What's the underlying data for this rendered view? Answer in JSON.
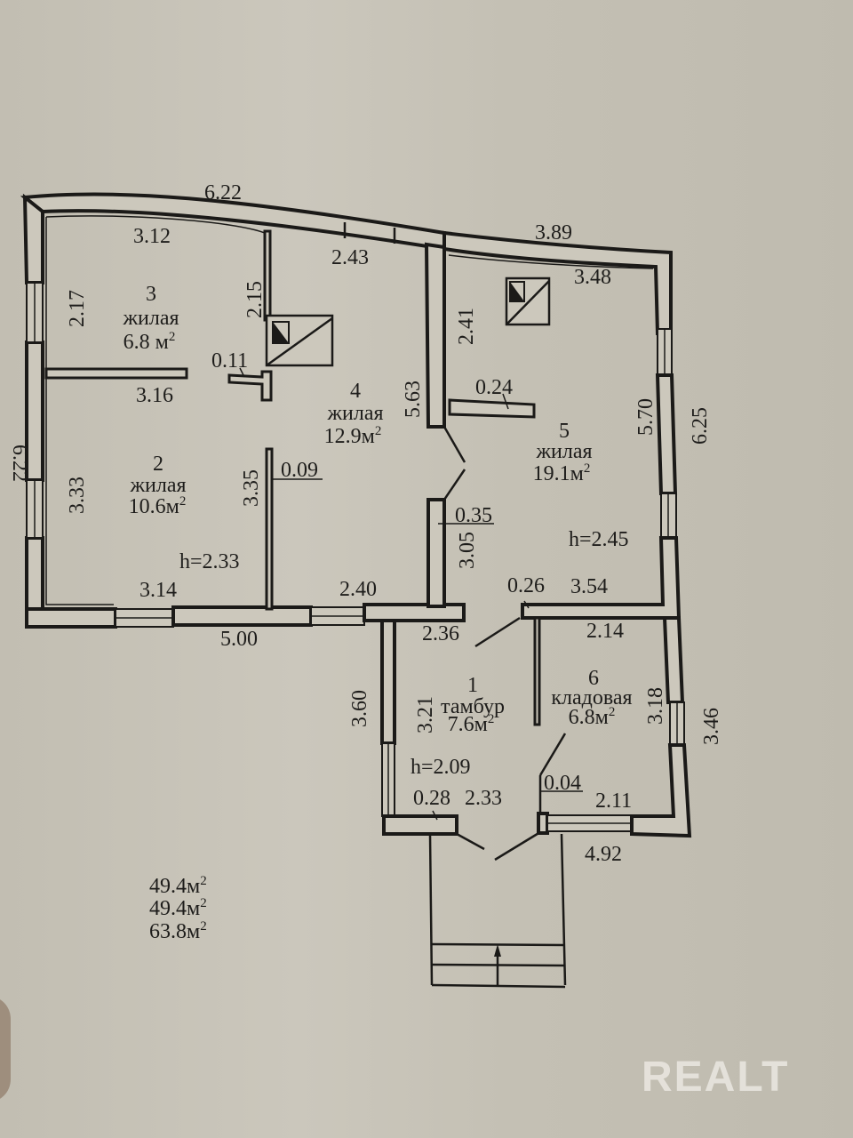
{
  "document": {
    "type": "floor-plan",
    "rooms": [
      {
        "number": "1",
        "name": "тамбур",
        "area": "7.6м",
        "height": "h=2.09"
      },
      {
        "number": "2",
        "name": "жилая",
        "area": "10.6м",
        "height": "h=2.33"
      },
      {
        "number": "3",
        "name": "жилая",
        "area": "6.8 м"
      },
      {
        "number": "4",
        "name": "жилая",
        "area": "12.9м"
      },
      {
        "number": "5",
        "name": "жилая",
        "area": "19.1м",
        "height": "h=2.45"
      },
      {
        "number": "6",
        "name": "кладовая",
        "area": "6.8м"
      }
    ],
    "area_sup": "2",
    "dimensions": {
      "outer_top_left": "6.22",
      "outer_top_right": "3.89",
      "outer_left": "6.22",
      "outer_right": "6.25",
      "outer_bottom_left": "5.00",
      "outer_bottom_right": "4.92",
      "outer_vestibule_left": "3.60",
      "outer_storage_right": "3.46",
      "r3_top": "3.12",
      "r3_left": "2.17",
      "r3_right": "2.15",
      "r3_bottom": "3.16",
      "r4_top": "2.43",
      "r4_right": "5.63",
      "r4_partition": "0.11",
      "r2_left": "3.33",
      "r2_right": "3.35",
      "r2_bottom": "3.14",
      "r2_partition": "0.09",
      "r4_bottom": "2.40",
      "r5_top": "3.48",
      "r5_left": "2.41",
      "r5_right": "5.70",
      "r5_partition": "0.24",
      "r5_wall": "0.35",
      "r5_lower_left": "3.05",
      "r5_bottom": "3.54",
      "r5_corner": "0.26",
      "r1_top": "2.36",
      "r1_left": "3.21",
      "r1_bottom": "2.33",
      "r1_wall": "0.28",
      "r6_top": "2.14",
      "r6_right": "3.18",
      "r6_bottom": "2.11",
      "r6_partition": "0.04"
    },
    "totals": [
      "49.4м",
      "49.4м",
      "63.8м"
    ]
  },
  "watermark": {
    "text": "REALT"
  }
}
